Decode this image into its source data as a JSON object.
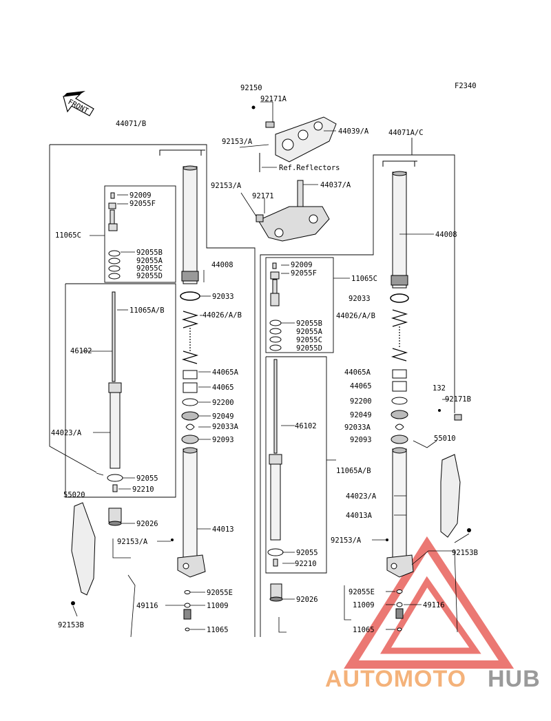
{
  "figure_code": "F2340",
  "front_label": "FRONT",
  "watermark": {
    "part1": "AUTOMOTO",
    "part2": "HUB",
    "color1": "#f4b27a",
    "color2": "#9a9a9a",
    "tri_color": "#e8605a"
  },
  "labels": {
    "p92150": "92150",
    "p92171A": "92171A",
    "p44039A": "44039/A",
    "p44071B": "44071/B",
    "p44071AC": "44071A/C",
    "p92153A_top": "92153/A",
    "ref_reflectors": "Ref.Reflectors",
    "p92153A_mid": "92153/A",
    "p44037A": "44037/A",
    "p92171": "92171",
    "L_92009": "92009",
    "L_92055F": "92055F",
    "L_11065C": "11065C",
    "L_92055B": "92055B",
    "L_92055A": "92055A",
    "L_92055C": "92055C",
    "L_92055D": "92055D",
    "L_44008": "44008",
    "L_92033": "92033",
    "L_11065AB": "11065A/B",
    "L_44026AB": "44026/A/B",
    "L_46102": "46102",
    "L_44065A": "44065A",
    "L_44065": "44065",
    "L_92200": "92200",
    "L_92049": "92049",
    "L_92033A": "92033A",
    "L_44023A": "44023/A",
    "L_92093": "92093",
    "L_92055": "92055",
    "L_92210": "92210",
    "L_55020": "55020",
    "L_92026": "92026",
    "L_44013": "44013",
    "L_92153A": "92153/A",
    "L_92055E": "92055E",
    "L_49116": "49116",
    "L_11009": "11009",
    "L_11065": "11065",
    "L_92153B": "92153B",
    "R_92009": "92009",
    "R_92055F": "92055F",
    "R_11065C": "11065C",
    "R_44008": "44008",
    "R_92033": "92033",
    "R_44026AB": "44026/A/B",
    "R_92055B": "92055B",
    "R_92055A": "92055A",
    "R_92055C": "92055C",
    "R_92055D": "92055D",
    "R_44065A": "44065A",
    "R_44065": "44065",
    "R_132": "132",
    "R_92171B": "92171B",
    "R_92200": "92200",
    "R_92049": "92049",
    "R_92033A": "92033A",
    "R_46102": "46102",
    "R_92093": "92093",
    "R_55010": "55010",
    "R_11065AB": "11065A/B",
    "R_44023A": "44023/A",
    "R_44013A": "44013A",
    "R_92153A": "92153/A",
    "R_92055": "92055",
    "R_92153B": "92153B",
    "R_92210": "92210",
    "R_92055E": "92055E",
    "R_92026": "92026",
    "R_11009": "11009",
    "R_49116": "49116",
    "R_11065": "11065"
  }
}
